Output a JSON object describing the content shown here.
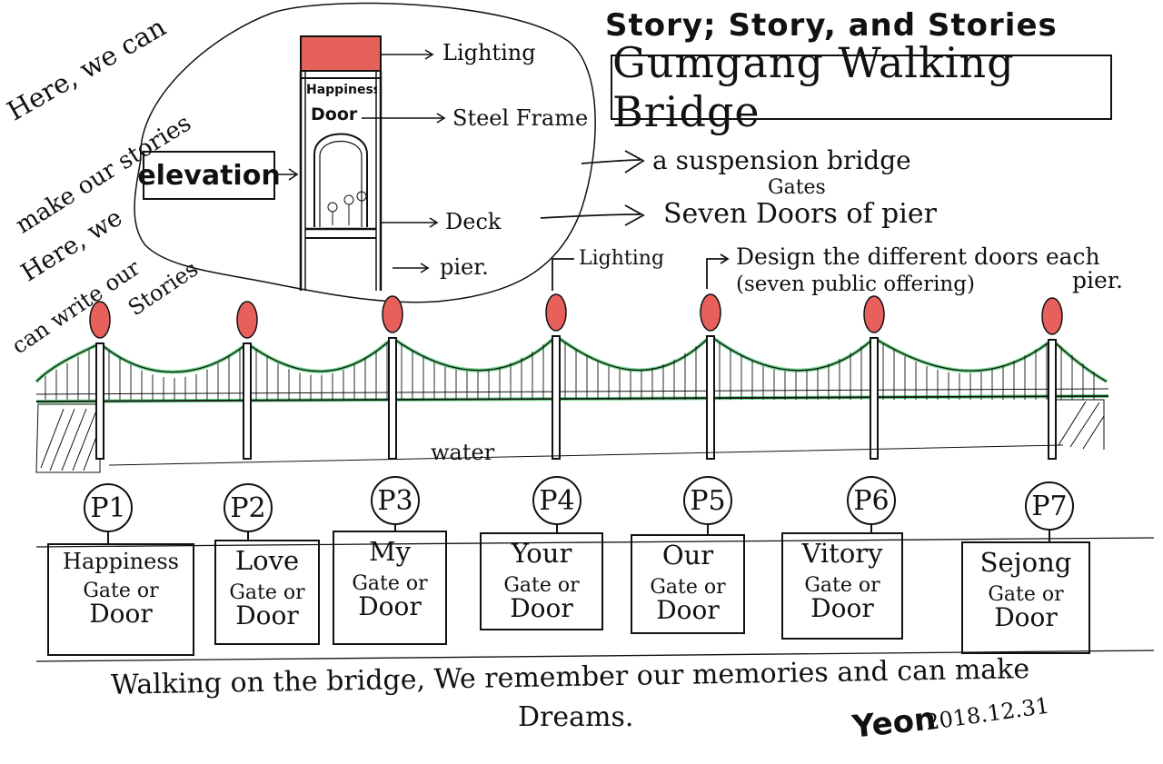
{
  "title": {
    "line": "Story; Story, and Stories",
    "bridge_name": "Gumgang Walking Bridge"
  },
  "side_note": {
    "line1": "Here, we can",
    "line2": "make our stories",
    "line3": "Here, we",
    "line4": "can write our",
    "line5": "Stories"
  },
  "elevation": {
    "label": "elevation",
    "tower_text_1": "Happiness",
    "tower_text_2": "Door",
    "labels": {
      "lighting": "Lighting",
      "steel_frame": "Steel Frame",
      "deck": "Deck",
      "pier": "pier."
    }
  },
  "notes": {
    "suspension": "a suspension bridge",
    "gates_word": "Gates",
    "seven_doors": "Seven Doors of pier",
    "lighting": "Lighting",
    "design_line1": "Design the different doors each",
    "design_line2": "(seven public offering)",
    "design_line3": "pier."
  },
  "water_label": "water",
  "piers": [
    {
      "badge": "P1",
      "name": "Happiness",
      "sub1": "Gate or",
      "sub2": "Door"
    },
    {
      "badge": "P2",
      "name": "Love",
      "sub1": "Gate or",
      "sub2": "Door"
    },
    {
      "badge": "P3",
      "name": "My",
      "sub1": "Gate or",
      "sub2": "Door"
    },
    {
      "badge": "P4",
      "name": "Your",
      "sub1": "Gate or",
      "sub2": "Door"
    },
    {
      "badge": "P5",
      "name": "Our",
      "sub1": "Gate or",
      "sub2": "Door"
    },
    {
      "badge": "P6",
      "name": "Vitory",
      "sub1": "Gate or",
      "sub2": "Door"
    },
    {
      "badge": "P7",
      "name": "Sejong",
      "sub1": "Gate or",
      "sub2": "Door"
    }
  ],
  "footer": {
    "line1": "Walking on the bridge, We remember our memories and can make",
    "line2": "Dreams.",
    "signature": "Yeon",
    "date": "2018.12.31"
  },
  "colors": {
    "lamp": "#e8605c",
    "cable_glow": "#6fd68a",
    "ink": "#111111"
  }
}
